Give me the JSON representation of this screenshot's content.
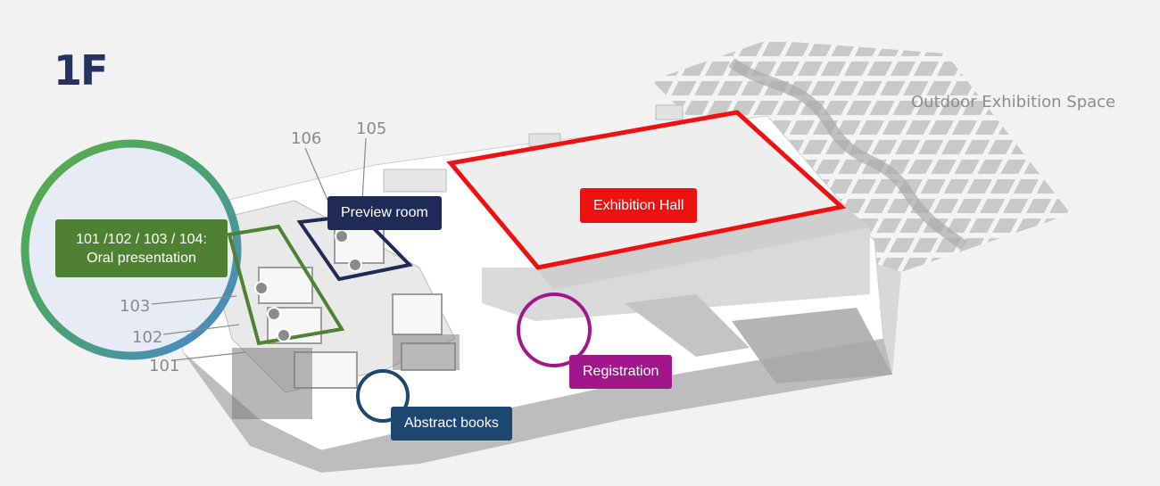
{
  "floor_label": "1F",
  "areas": {
    "outdoor_label": "Outdoor Exhibition Space",
    "preview_room": "Preview room",
    "exhibition_hall": "Exhibition Hall",
    "registration": "Registration",
    "abstract_books": "Abstract books",
    "oral_line1": "101 /102 / 103 / 104:",
    "oral_line2": "Oral presentation"
  },
  "room_numbers": {
    "r106": "106",
    "r105": "105",
    "r103": "103",
    "r102": "102",
    "r101": "101"
  },
  "colors": {
    "floor_label": "#26325f",
    "preview_room": "#1f2b56",
    "exhibition_hall": "#ee1111",
    "registration": "#a2168c",
    "abstract_books": "#1d4670",
    "oral_presentation": "#4f8133",
    "oral_ring_start": "#5aad44",
    "oral_ring_end": "#4a84d6"
  }
}
